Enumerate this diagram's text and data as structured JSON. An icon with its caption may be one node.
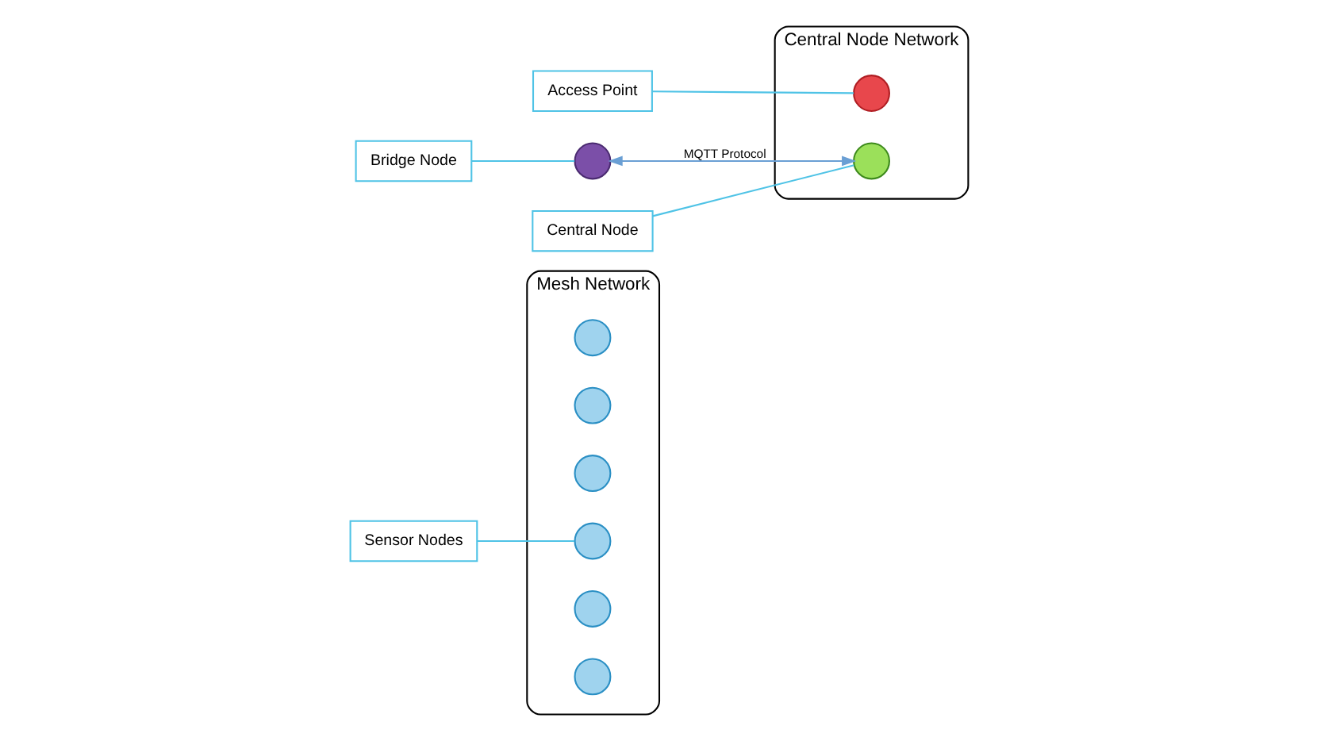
{
  "diagram": {
    "nodes": [
      {
        "text": [
          "Mesh Network"
        ]
      },
      {
        "text": [],
        "shape": "circle",
        "in": 0
      },
      {
        "text": [],
        "shape": "circle",
        "in": 0
      },
      {
        "text": [],
        "shape": "circle",
        "in": 0
      },
      {
        "text": [],
        "shape": "circle",
        "in": 0
      },
      {
        "text": [],
        "shape": "circle",
        "in": 0
      },
      {
        "text": [],
        "shape": "circle",
        "in": 0
      },
      {
        "text": [
          "Central Node Network"
        ]
      },
      {
        "text": [],
        "shape": "circle",
        "in": 7
      },
      {
        "text": [],
        "shape": "circle",
        "in": 7
      },
      {
        "text": [],
        "shape": "circle"
      },
      {
        "text": [
          "Access Point"
        ]
      },
      {
        "text": [
          "Central Node"
        ]
      },
      {
        "text": [
          "Bridge Node"
        ]
      },
      {
        "text": [
          "Sensor Nodes"
        ]
      }
    ],
    "edges": [
      {
        "from": 10,
        "to": 9,
        "arrow": "both",
        "label": "MQTT Protocol",
        "color": "#6a9fd4"
      },
      {
        "from": 11,
        "to": 8,
        "arrow": "none"
      },
      {
        "from": 12,
        "to": 9,
        "arrow": "none"
      },
      {
        "from": 13,
        "to": 10,
        "arrow": "none"
      },
      {
        "from": 14,
        "to": 4,
        "arrow": "none"
      }
    ]
  }
}
